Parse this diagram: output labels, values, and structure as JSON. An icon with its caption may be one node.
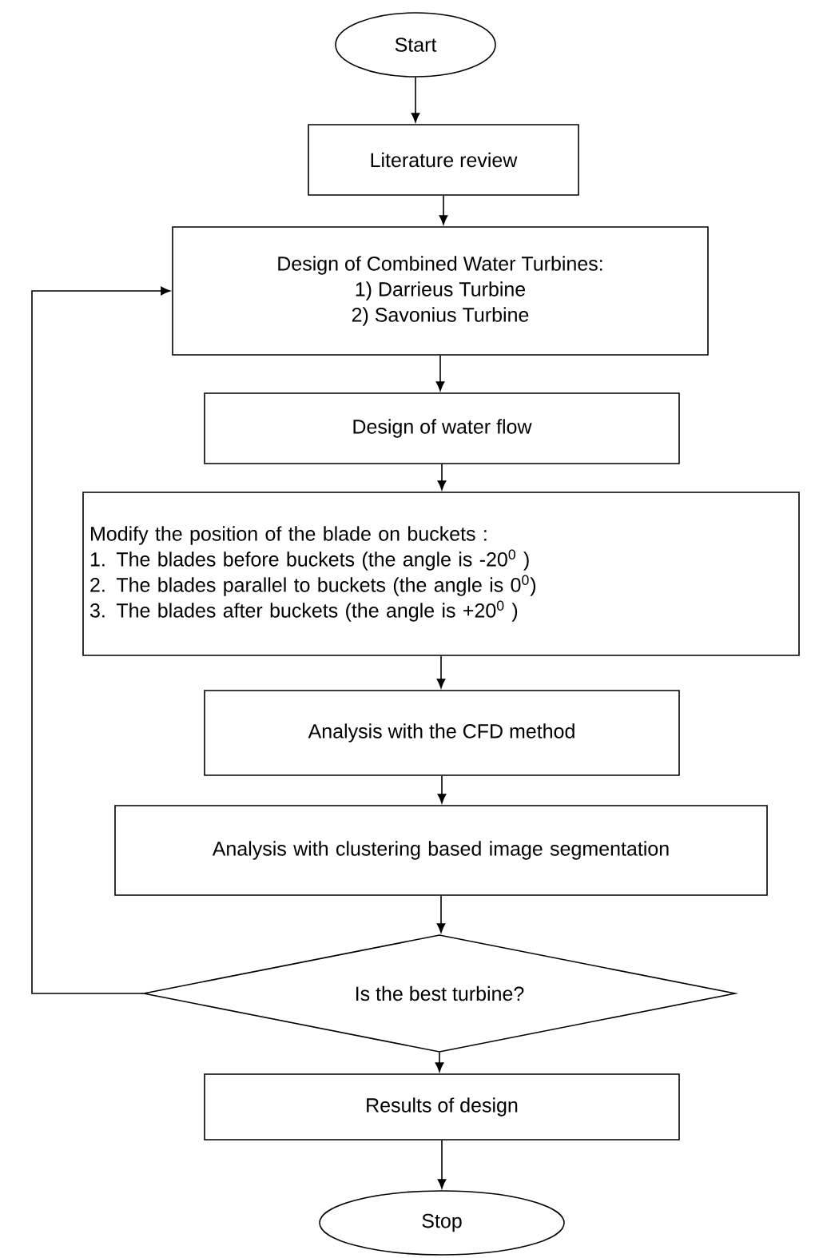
{
  "diagram": {
    "nodes": [
      {
        "text": [
          "Start"
        ]
      },
      {
        "text": [
          "Literature review"
        ]
      },
      {
        "text": [
          "Design of Combined Water Turbines:",
          "1) Darrieus Turbine",
          "2) Savonius Turbine"
        ]
      },
      {
        "text": [
          "Design of water flow"
        ]
      },
      {
        "text": [
          "Modify the position of the blade on buckets :",
          "1. The blades before buckets (the angle is -20$^{0}$ )",
          "2. The blades parallel to buckets (the angle is 0$^{0}$)",
          "3. The blades after buckets (the angle is +20$^{0}$ )"
        ]
      },
      {
        "text": [
          "Analysis with the CFD method"
        ]
      },
      {
        "text": [
          "Analysis with clustering based image segmentation"
        ]
      },
      {
        "text": [
          "Is the best turbine?"
        ]
      },
      {
        "text": [
          "Results of design"
        ]
      },
      {
        "text": [
          "Stop"
        ]
      }
    ],
    "edges": [
      {
        "from": 0,
        "to": 1,
        "arrow": "to"
      },
      {
        "from": 1,
        "to": 2,
        "arrow": "to"
      },
      {
        "from": 2,
        "to": 3,
        "arrow": "to"
      },
      {
        "from": 3,
        "to": 4,
        "arrow": "to"
      },
      {
        "from": 4,
        "to": 5,
        "arrow": "to"
      },
      {
        "from": 5,
        "to": 6,
        "arrow": "to"
      },
      {
        "from": 6,
        "to": 7,
        "arrow": "to"
      },
      {
        "from": 7,
        "to": 8,
        "arrow": "to"
      },
      {
        "from": 8,
        "to": 9,
        "arrow": "to"
      },
      {
        "from": 7,
        "to": 2,
        "arrow": "to"
      }
    ]
  }
}
